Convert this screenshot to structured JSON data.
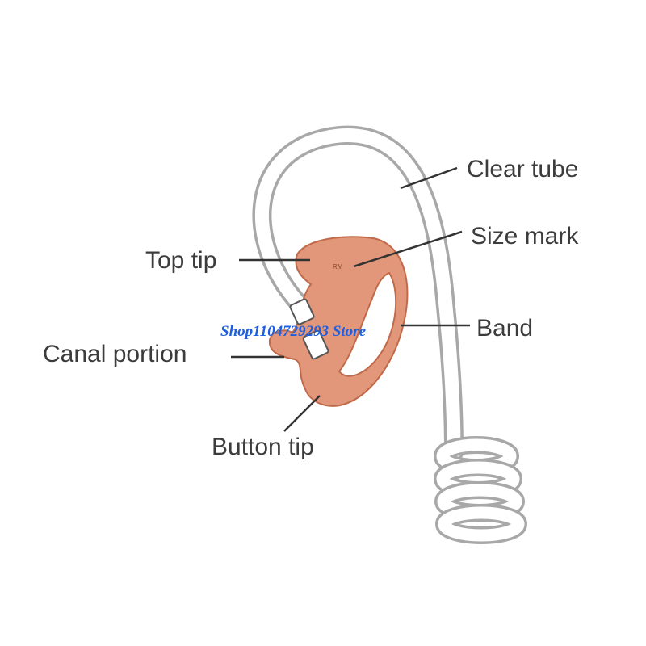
{
  "labels": {
    "clear_tube": "Clear tube",
    "size_mark": "Size mark",
    "top_tip": "Top tip",
    "band": "Band",
    "canal_portion": "Canal portion",
    "button_tip": "Button tip",
    "size_code": "RM"
  },
  "watermark": "Shop1104729293 Store",
  "colors": {
    "earmold": "#e2967a",
    "tube_outline": "#a8a8a8",
    "leader_line": "#333333",
    "label_text": "#3c3c3c",
    "watermark": "#1d5fe0"
  }
}
